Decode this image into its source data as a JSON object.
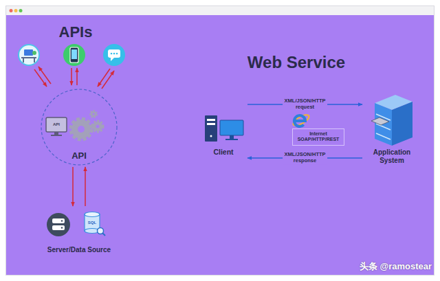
{
  "diagram": {
    "nodes": [
      {
        "text": [
          "API"
        ]
      },
      {
        "text": [
          "Server/Data Source"
        ]
      },
      {
        "text": [
          "Client"
        ]
      },
      {
        "text": [
          "Internet SOAP/HTTP/REST"
        ]
      },
      {
        "text": [
          "Application System"
        ]
      }
    ],
    "edges": [
      {
        "from": 0,
        "to": 1,
        "arrow": "to"
      },
      {
        "from": 1,
        "to": 0,
        "arrow": "to"
      },
      {
        "from": 2,
        "to": 4,
        "label": "XML/JSON/HTTP request",
        "arrow": "to"
      },
      {
        "from": 4,
        "to": 2,
        "label": "XML/JSON/HTTP response",
        "arrow": "to"
      }
    ],
    "labels": [
      "APIs",
      "Web Service",
      "API",
      "SQL",
      "头条 @ramostear"
    ]
  }
}
